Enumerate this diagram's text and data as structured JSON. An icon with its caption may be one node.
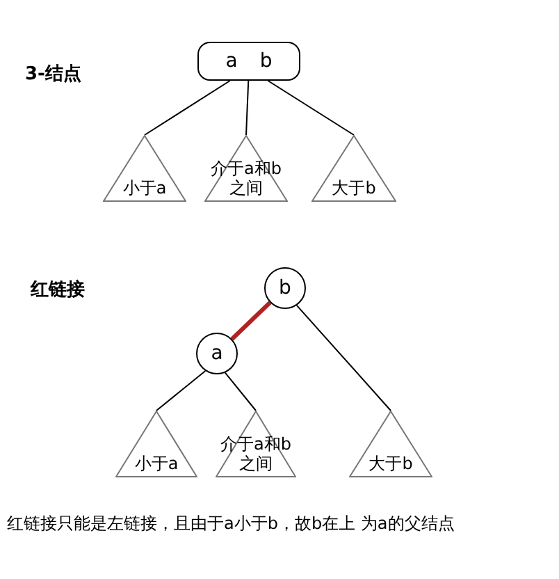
{
  "diagram": {
    "nodes": [
      {
        "text": [
          "a",
          "b"
        ]
      },
      {
        "text": [
          "小于a"
        ]
      },
      {
        "text": [
          "介于a和b之间"
        ]
      },
      {
        "text": [
          "大于b"
        ]
      },
      {
        "text": [
          "b"
        ]
      },
      {
        "text": [
          "a"
        ]
      },
      {
        "text": [
          "小于a"
        ]
      },
      {
        "text": [
          "介于a和b之间"
        ]
      },
      {
        "text": [
          "大于b"
        ]
      }
    ],
    "edges": [
      {
        "from": 0,
        "to": 1,
        "arrow": "none"
      },
      {
        "from": 0,
        "to": 2,
        "arrow": "none"
      },
      {
        "from": 0,
        "to": 3,
        "arrow": "none"
      },
      {
        "from": 4,
        "to": 5,
        "arrow": "none",
        "style": "thick",
        "color": "#b22222"
      },
      {
        "from": 5,
        "to": 6,
        "arrow": "none"
      },
      {
        "from": 5,
        "to": 7,
        "arrow": "none"
      },
      {
        "from": 4,
        "to": 8,
        "arrow": "none"
      }
    ],
    "labels": [
      "3-结点",
      "红链接",
      "红链接只能是左链接，且由于a小于b，故b在上 为a的父结点"
    ]
  }
}
